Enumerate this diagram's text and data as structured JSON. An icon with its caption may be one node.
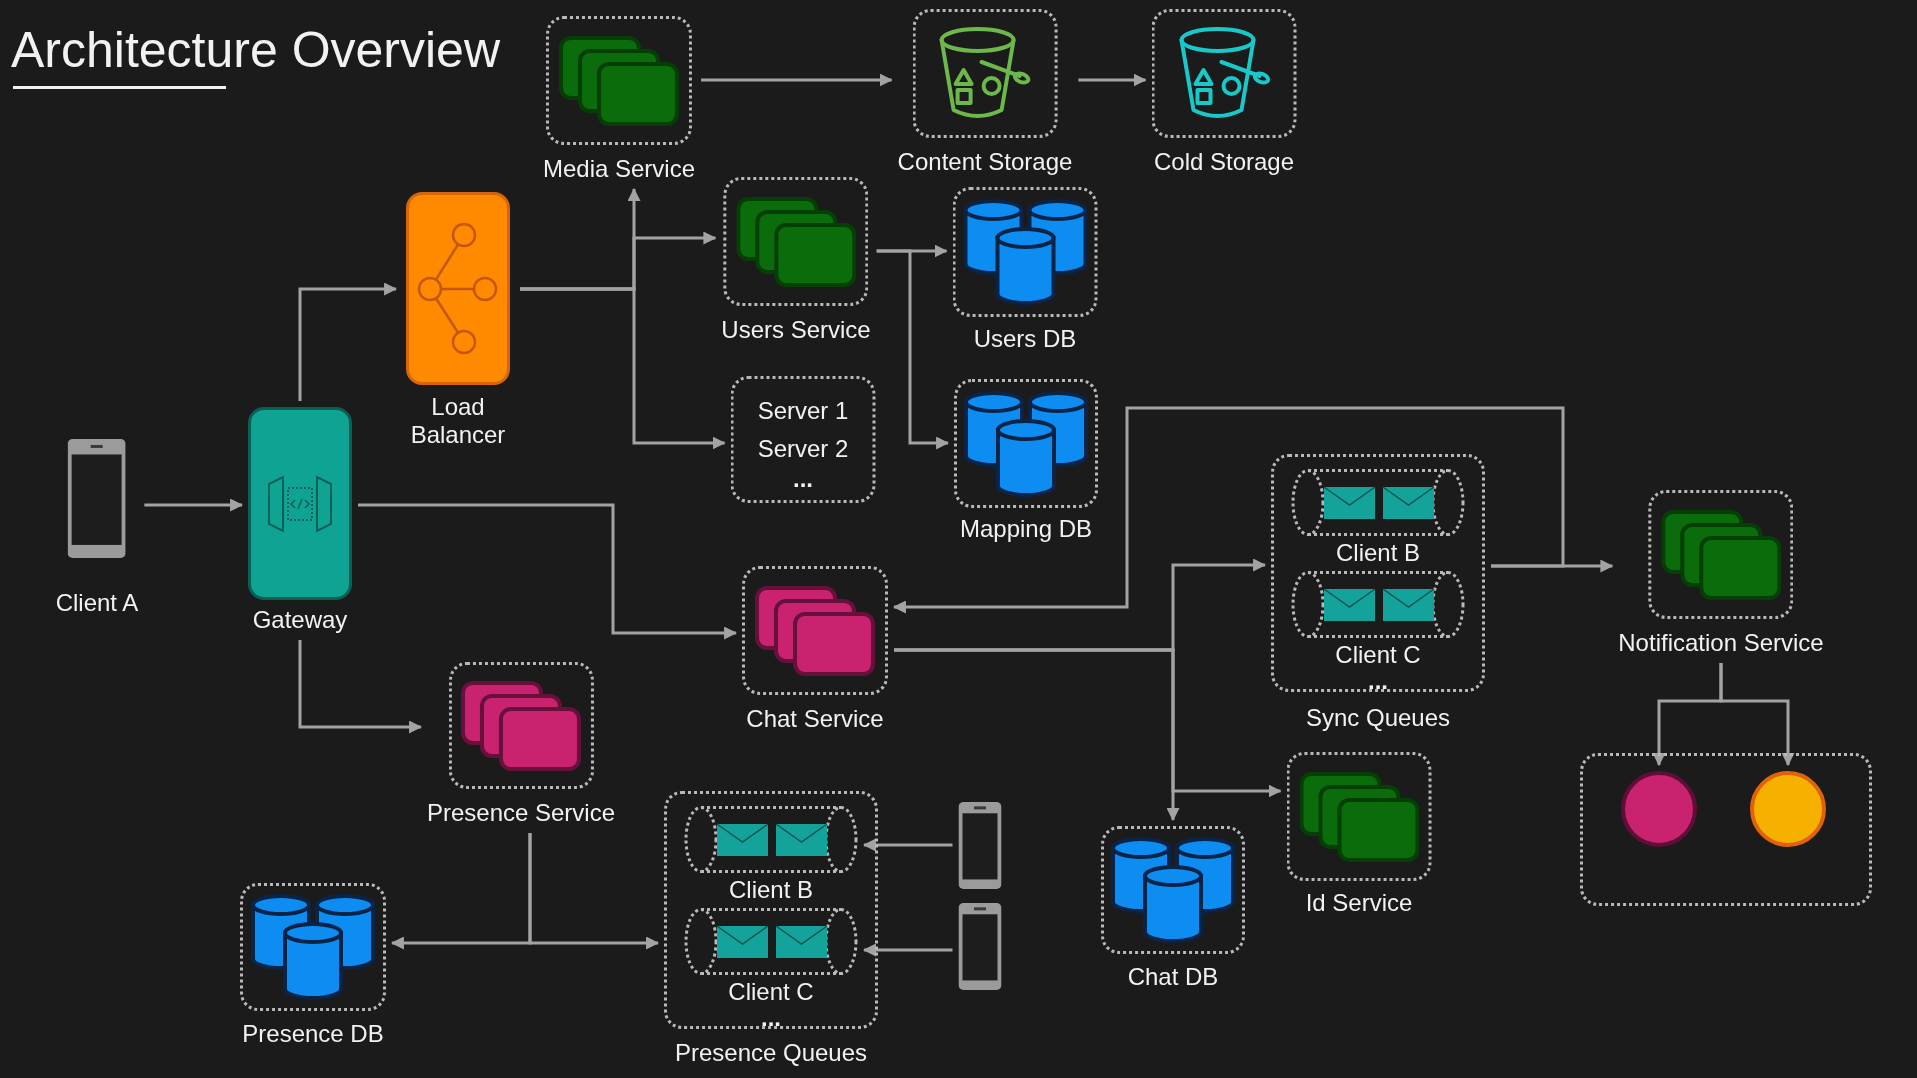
{
  "diagram": {
    "title": "Architecture Overview",
    "nodes": [
      {
        "text": [
          "Media Service"
        ]
      },
      {
        "text": [
          "Content Storage"
        ]
      },
      {
        "text": [
          "Cold Storage"
        ]
      },
      {
        "text": [
          "Load Balancer"
        ]
      },
      {
        "text": [
          "Users Service"
        ]
      },
      {
        "text": [
          "Users DB"
        ]
      },
      {
        "text": [
          "Server 1",
          "Server 2",
          "..."
        ]
      },
      {
        "text": [
          "Mapping DB"
        ]
      },
      {
        "text": [
          "Client A"
        ]
      },
      {
        "text": [
          "Gateway"
        ]
      },
      {
        "text": [
          "...",
          "Sync Queues"
        ]
      },
      {
        "text": [
          "Client B"
        ],
        "in": 10
      },
      {
        "text": [
          "Client C"
        ],
        "in": 10
      },
      {
        "text": [
          "Notification Service"
        ]
      },
      {
        "text": [
          "Chat Service"
        ]
      },
      {
        "text": [
          "Presence Service"
        ]
      },
      {
        "text": [
          "Id Service"
        ]
      },
      {
        "text": [],
        "shape": "box"
      },
      {
        "text": [],
        "shape": "circle",
        "in": 17
      },
      {
        "text": [],
        "shape": "circle",
        "in": 17
      },
      {
        "text": [
          "...",
          "Presence Queues"
        ]
      },
      {
        "text": [
          "Client B"
        ],
        "in": 20
      },
      {
        "text": [
          "Client C"
        ],
        "in": 20
      },
      {
        "text": [],
        "shape": "phone"
      },
      {
        "text": [],
        "shape": "phone"
      },
      {
        "text": [
          "Presence DB"
        ]
      },
      {
        "text": [
          "Chat DB"
        ]
      }
    ],
    "edges": [
      {
        "from": 0,
        "to": 1,
        "arrow": "to"
      },
      {
        "from": 1,
        "to": 2,
        "arrow": "to"
      },
      {
        "from": 8,
        "to": 9,
        "arrow": "to"
      },
      {
        "from": 9,
        "to": 3,
        "arrow": "to"
      },
      {
        "from": 3,
        "to": 0,
        "arrow": "to"
      },
      {
        "from": 3,
        "to": 4,
        "arrow": "to"
      },
      {
        "from": 3,
        "to": 6,
        "arrow": "to"
      },
      {
        "from": 4,
        "to": 5,
        "arrow": "to"
      },
      {
        "from": 4,
        "to": 7,
        "arrow": "to"
      },
      {
        "from": 9,
        "to": 14,
        "arrow": "to"
      },
      {
        "from": 10,
        "to": 14,
        "arrow": "to"
      },
      {
        "from": 10,
        "to": 13,
        "arrow": "to"
      },
      {
        "from": 14,
        "to": 10,
        "arrow": "to"
      },
      {
        "from": 14,
        "to": 26,
        "arrow": "to"
      },
      {
        "from": 14,
        "to": 16,
        "arrow": "to"
      },
      {
        "from": 13,
        "to": 18,
        "arrow": "to"
      },
      {
        "from": 13,
        "to": 19,
        "arrow": "to"
      },
      {
        "from": 9,
        "to": 15,
        "arrow": "to"
      },
      {
        "from": 15,
        "to": 25,
        "arrow": "to"
      },
      {
        "from": 15,
        "to": 20,
        "arrow": "to"
      },
      {
        "from": 23,
        "to": 21,
        "arrow": "to"
      },
      {
        "from": 24,
        "to": 22,
        "arrow": "to"
      }
    ]
  }
}
